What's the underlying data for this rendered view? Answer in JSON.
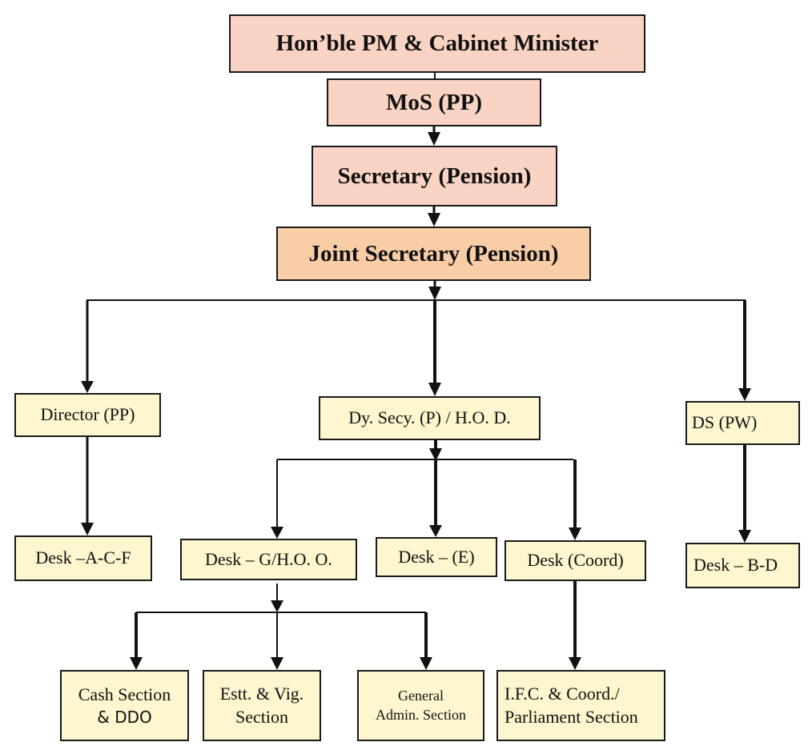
{
  "title": "Organisation chart - Department of Pension",
  "colors": {
    "top_level_fill": "#f9d3c3",
    "joint_secretary_fill": "#f9cda6",
    "unit_fill": "#fdf6cf",
    "border": "#1a1a1a",
    "connector": "#111111"
  },
  "nodes": {
    "pm": {
      "label": "Hon’ble PM & Cabinet Minister"
    },
    "mos": {
      "label": "MoS (PP)"
    },
    "secretary": {
      "label": "Secretary (Pension)"
    },
    "joint_secretary": {
      "label": "Joint Secretary (Pension)"
    },
    "director_pp": {
      "label": "Director (PP)"
    },
    "dy_secy": {
      "label": "Dy. Secy. (P) / H.O. D."
    },
    "ds_pw": {
      "label": "DS (PW)"
    },
    "desk_acf": {
      "label": "Desk –A-C-F"
    },
    "desk_g": {
      "label": "Desk – G/H.O. O."
    },
    "desk_e": {
      "label": "Desk – (E)"
    },
    "desk_coord": {
      "label": "Desk (Coord)"
    },
    "desk_bd": {
      "label": "Desk – B-D"
    },
    "cash_section": {
      "line1": "Cash Section",
      "line2": "& DDO"
    },
    "estt_section": {
      "line1": "Estt. & Vig.",
      "line2": "Section"
    },
    "gen_admin_section": {
      "line1": "General",
      "line2": "Admin. Section"
    },
    "ifc_section": {
      "line1": "I.F.C. & Coord./",
      "line2": "Parliament Section"
    }
  },
  "edges": [
    [
      "pm",
      "mos"
    ],
    [
      "mos",
      "secretary"
    ],
    [
      "secretary",
      "joint_secretary"
    ],
    [
      "joint_secretary",
      "director_pp"
    ],
    [
      "joint_secretary",
      "dy_secy"
    ],
    [
      "joint_secretary",
      "ds_pw"
    ],
    [
      "director_pp",
      "desk_acf"
    ],
    [
      "ds_pw",
      "desk_bd"
    ],
    [
      "dy_secy",
      "desk_g"
    ],
    [
      "dy_secy",
      "desk_e"
    ],
    [
      "dy_secy",
      "desk_coord"
    ],
    [
      "desk_g",
      "cash_section"
    ],
    [
      "desk_g",
      "estt_section"
    ],
    [
      "desk_g",
      "gen_admin_section"
    ],
    [
      "desk_coord",
      "ifc_section"
    ]
  ]
}
